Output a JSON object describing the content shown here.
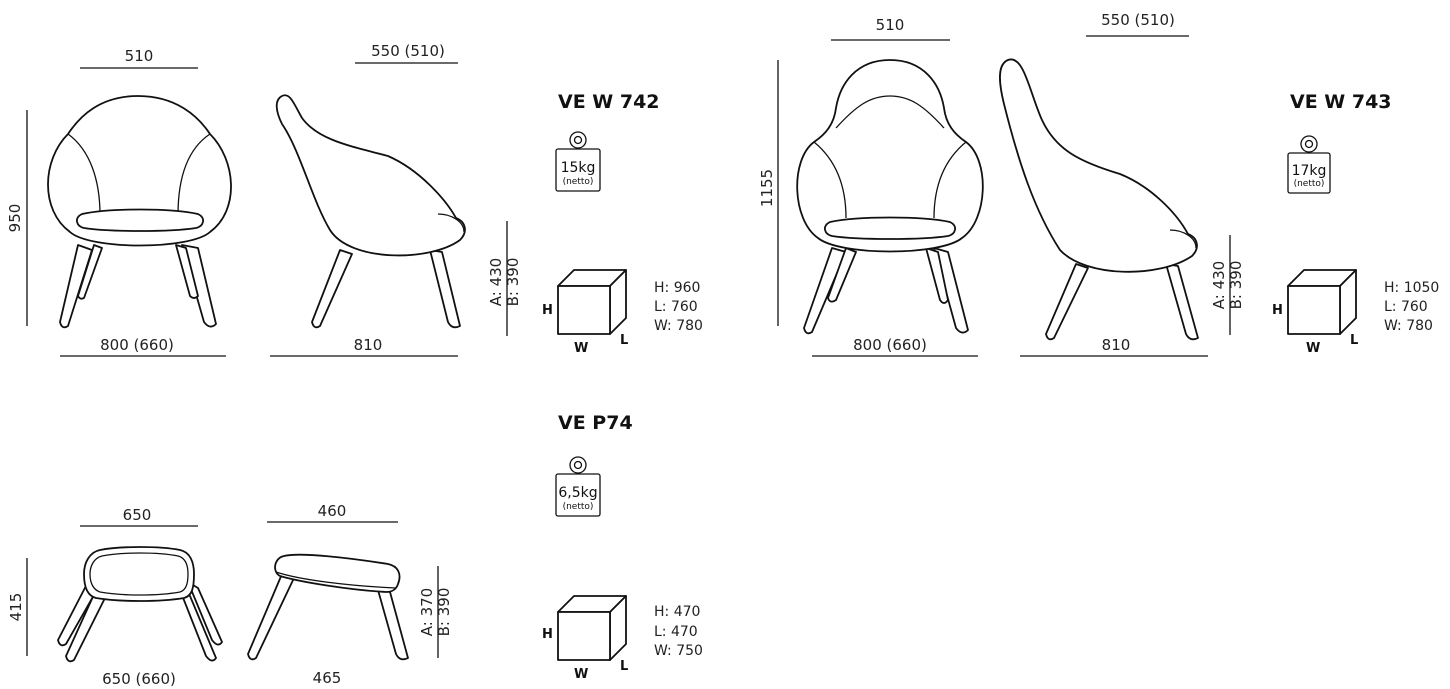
{
  "products": [
    {
      "code": "VE W 742",
      "weight_value": "15kg",
      "weight_note": "(netto)",
      "front_width": "510",
      "side_depth": "550 (510)",
      "height": "950",
      "base_width": "800 (660)",
      "base_depth": "810",
      "seat_a": "A: 430",
      "seat_b": "B: 390",
      "box_h": "H: 960",
      "box_l": "L: 760",
      "box_w": "W: 780"
    },
    {
      "code": "VE W 743",
      "weight_value": "17kg",
      "weight_note": "(netto)",
      "front_width": "510",
      "side_depth": "550 (510)",
      "height": "1155",
      "base_width": "800 (660)",
      "base_depth": "810",
      "seat_a": "A: 430",
      "seat_b": "B: 390",
      "box_h": "H: 1050",
      "box_l": "L: 760",
      "box_w": "W: 780"
    },
    {
      "code": "VE P74",
      "weight_value": "6,5kg",
      "weight_note": "(netto)",
      "front_width": "650",
      "side_depth": "460",
      "height": "415",
      "base_width": "650 (660)",
      "base_depth": "465",
      "seat_a": "A: 370",
      "seat_b": "B: 390",
      "box_h": "H: 470",
      "box_l": "L: 470",
      "box_w": "W: 750"
    }
  ],
  "box_axis": {
    "h": "H",
    "w": "W",
    "l": "L"
  }
}
